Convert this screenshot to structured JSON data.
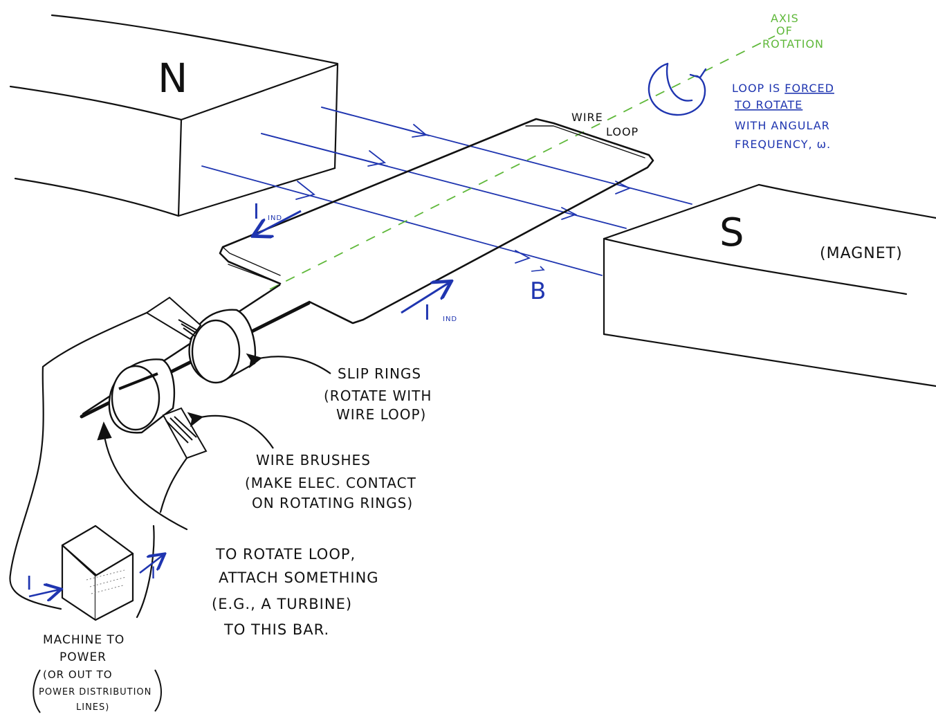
{
  "colors": {
    "ink": "#111111",
    "field": "#1f35b0",
    "axis": "#5fb83a"
  },
  "magnet_north": {
    "label": "N"
  },
  "magnet_south": {
    "label": "S",
    "note": "(MAGNET)"
  },
  "axis_label": {
    "line1": "AXIS",
    "line2": "OF",
    "line3": "ROTATION"
  },
  "rotation_note": {
    "line1_pre": "LOOP IS ",
    "line1_em": "FORCED",
    "line2": "TO ROTATE",
    "line3": "WITH ANGULAR",
    "line4": "FREQUENCY, ω."
  },
  "wire_loop": {
    "line1": "WIRE",
    "line2": "LOOP"
  },
  "field_label": {
    "symbol": "B"
  },
  "current_ind_left": {
    "main": "I",
    "sub": "IND"
  },
  "current_ind_right": {
    "main": "I",
    "sub": "IND"
  },
  "slip_rings": {
    "line1": "SLIP RINGS",
    "line2": "(ROTATE WITH",
    "line3": "WIRE LOOP)"
  },
  "wire_brushes": {
    "line1": "WIRE BRUSHES",
    "line2": "(MAKE ELEC. CONTACT",
    "line3": "ON ROTATING RINGS)"
  },
  "turbine_note": {
    "line1": "TO ROTATE LOOP,",
    "line2": "ATTACH SOMETHING",
    "line3": "(E.G., A TURBINE)",
    "line4": "TO THIS BAR."
  },
  "machine": {
    "line1": "MACHINE TO",
    "line2": "POWER",
    "line3": "(OR OUT TO",
    "line4": "POWER DISTRIBUTION",
    "line5": "LINES)"
  },
  "current_in": {
    "label": "I"
  },
  "current_out": {
    "label": "I"
  }
}
